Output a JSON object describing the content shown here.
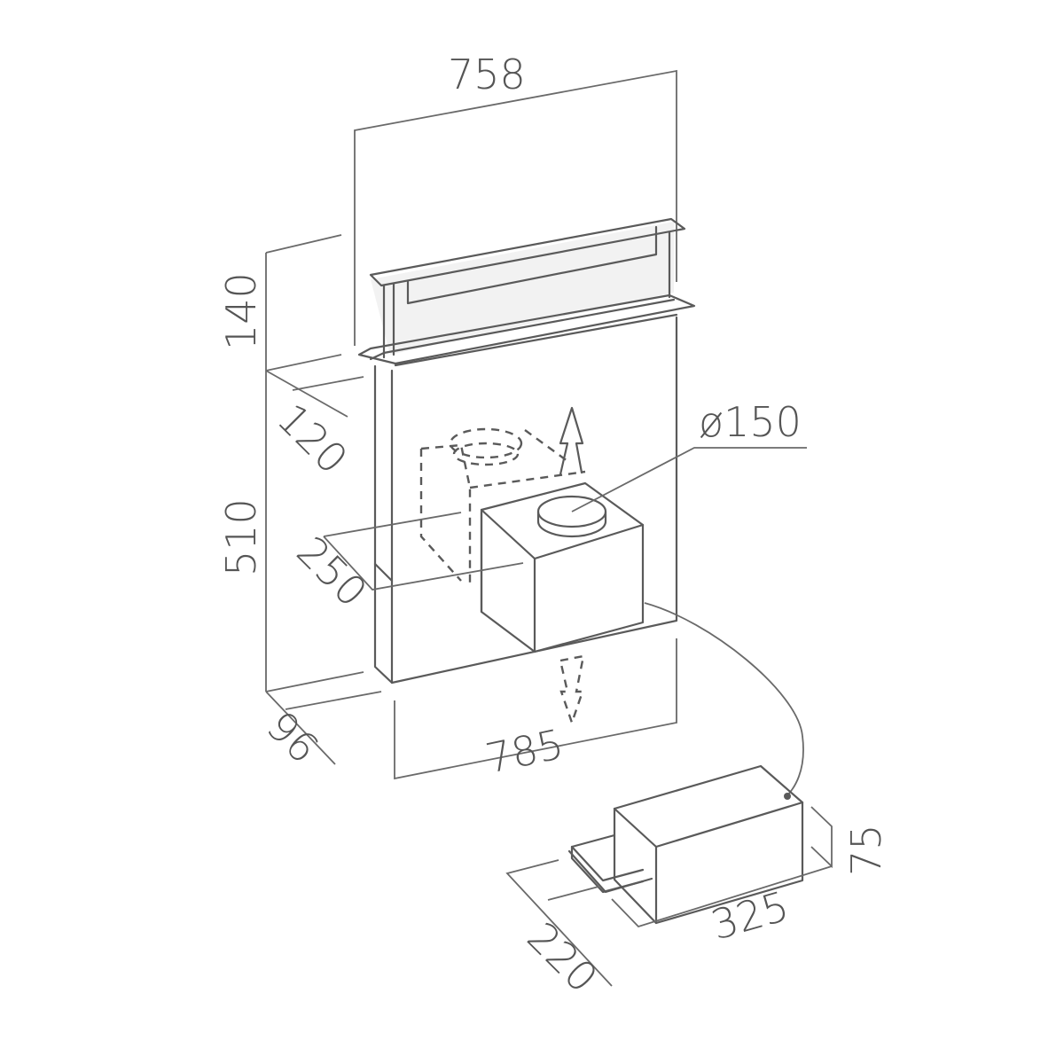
{
  "diagram": {
    "subject": "downdraft hood dimension drawing",
    "dimensions": {
      "top_width": "758",
      "height_top": "140",
      "depth_top": "120",
      "height_body": "510",
      "motor_offset": "250",
      "duct_diameter": "ø150",
      "bottom_depth": "96",
      "bottom_width": "785",
      "motor_length": "325",
      "motor_height": "75",
      "motor_depth": "220"
    },
    "colors": {
      "line": "#5a5a5a",
      "label": "#555555",
      "background": "#ffffff"
    }
  }
}
